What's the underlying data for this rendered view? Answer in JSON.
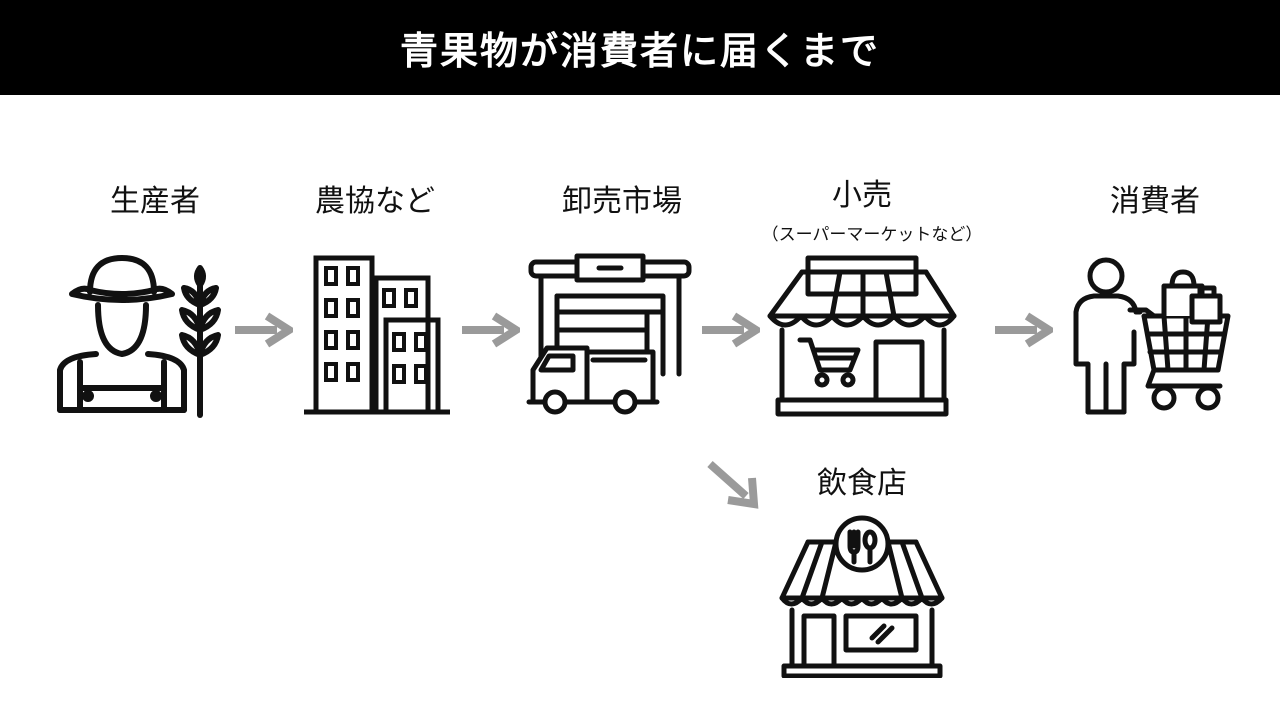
{
  "title": "青果物が消費者に届くまで",
  "nodes": {
    "producer": {
      "label": "生産者",
      "icon": "farmer-icon"
    },
    "cooperative": {
      "label": "農協など",
      "icon": "buildings-icon"
    },
    "wholesale": {
      "label": "卸売市場",
      "icon": "warehouse-truck-icon"
    },
    "retail": {
      "label": "小売",
      "sublabel": "（スーパーマーケットなど）",
      "icon": "supermarket-icon"
    },
    "consumer": {
      "label": "消費者",
      "icon": "shopper-cart-icon"
    },
    "restaurant": {
      "label": "飲食店",
      "icon": "restaurant-icon"
    }
  },
  "colors": {
    "title_bg": "#000000",
    "title_text": "#ffffff",
    "arrow": "#9a9a9a",
    "icon": "#111111"
  }
}
